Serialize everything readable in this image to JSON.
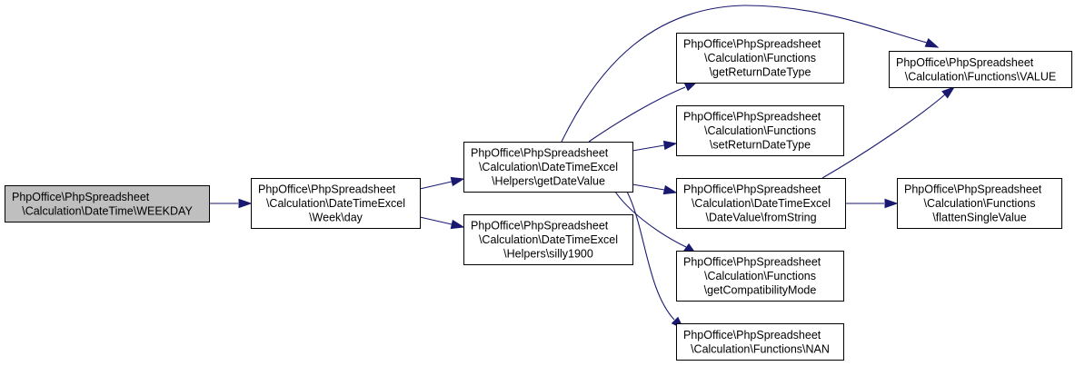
{
  "colors": {
    "edge": "#191970",
    "root_fill": "#bfbfbf",
    "node_fill": "#ffffff",
    "border": "#000000"
  },
  "nodes": {
    "weekday": {
      "lines": [
        "PhpOffice\\PhpSpreadsheet",
        "\\Calculation\\DateTime\\WEEKDAY"
      ]
    },
    "week_day": {
      "lines": [
        "PhpOffice\\PhpSpreadsheet",
        "\\Calculation\\DateTimeExcel",
        "\\Week\\day"
      ]
    },
    "get_date_value": {
      "lines": [
        "PhpOffice\\PhpSpreadsheet",
        "\\Calculation\\DateTimeExcel",
        "\\Helpers\\getDateValue"
      ]
    },
    "silly1900": {
      "lines": [
        "PhpOffice\\PhpSpreadsheet",
        "\\Calculation\\DateTimeExcel",
        "\\Helpers\\silly1900"
      ]
    },
    "get_return_date_type": {
      "lines": [
        "PhpOffice\\PhpSpreadsheet",
        "\\Calculation\\Functions",
        "\\getReturnDateType"
      ]
    },
    "set_return_date_type": {
      "lines": [
        "PhpOffice\\PhpSpreadsheet",
        "\\Calculation\\Functions",
        "\\setReturnDateType"
      ]
    },
    "from_string": {
      "lines": [
        "PhpOffice\\PhpSpreadsheet",
        "\\Calculation\\DateTimeExcel",
        "\\DateValue\\fromString"
      ]
    },
    "get_compatibility_mode": {
      "lines": [
        "PhpOffice\\PhpSpreadsheet",
        "\\Calculation\\Functions",
        "\\getCompatibilityMode"
      ]
    },
    "nan": {
      "lines": [
        "PhpOffice\\PhpSpreadsheet",
        "\\Calculation\\Functions\\NAN"
      ]
    },
    "value": {
      "lines": [
        "PhpOffice\\PhpSpreadsheet",
        "\\Calculation\\Functions\\VALUE"
      ]
    },
    "flatten_single_value": {
      "lines": [
        "PhpOffice\\PhpSpreadsheet",
        "\\Calculation\\Functions",
        "\\flattenSingleValue"
      ]
    }
  },
  "edges": [
    [
      "weekday",
      "week_day"
    ],
    [
      "week_day",
      "get_date_value"
    ],
    [
      "week_day",
      "silly1900"
    ],
    [
      "get_date_value",
      "get_return_date_type"
    ],
    [
      "get_date_value",
      "set_return_date_type"
    ],
    [
      "get_date_value",
      "from_string"
    ],
    [
      "get_date_value",
      "get_compatibility_mode"
    ],
    [
      "get_date_value",
      "nan"
    ],
    [
      "get_date_value",
      "value"
    ],
    [
      "from_string",
      "value"
    ],
    [
      "from_string",
      "flatten_single_value"
    ]
  ]
}
